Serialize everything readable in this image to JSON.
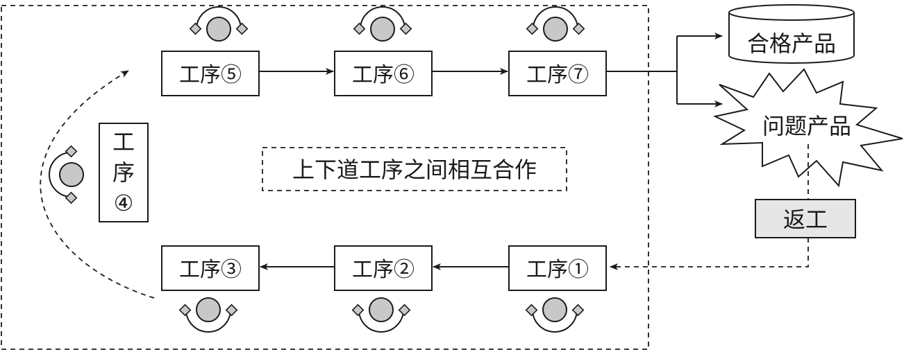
{
  "steps": {
    "s1": "工序①",
    "s2": "工序②",
    "s3": "工序③",
    "s4_line1": "工",
    "s4_line2": "序",
    "s4_line3": "④",
    "s5": "工序⑤",
    "s6": "工序⑥",
    "s7": "工序⑦"
  },
  "outputs": {
    "qualified": "合格产品",
    "problem": "问题产品",
    "rework": "返工"
  },
  "center_note": "上下道工序之间相互合作",
  "colors": {
    "line": "#1a1a1a",
    "worker_fill": "#c8c8c8",
    "rework_fill": "#e6e6e6"
  }
}
